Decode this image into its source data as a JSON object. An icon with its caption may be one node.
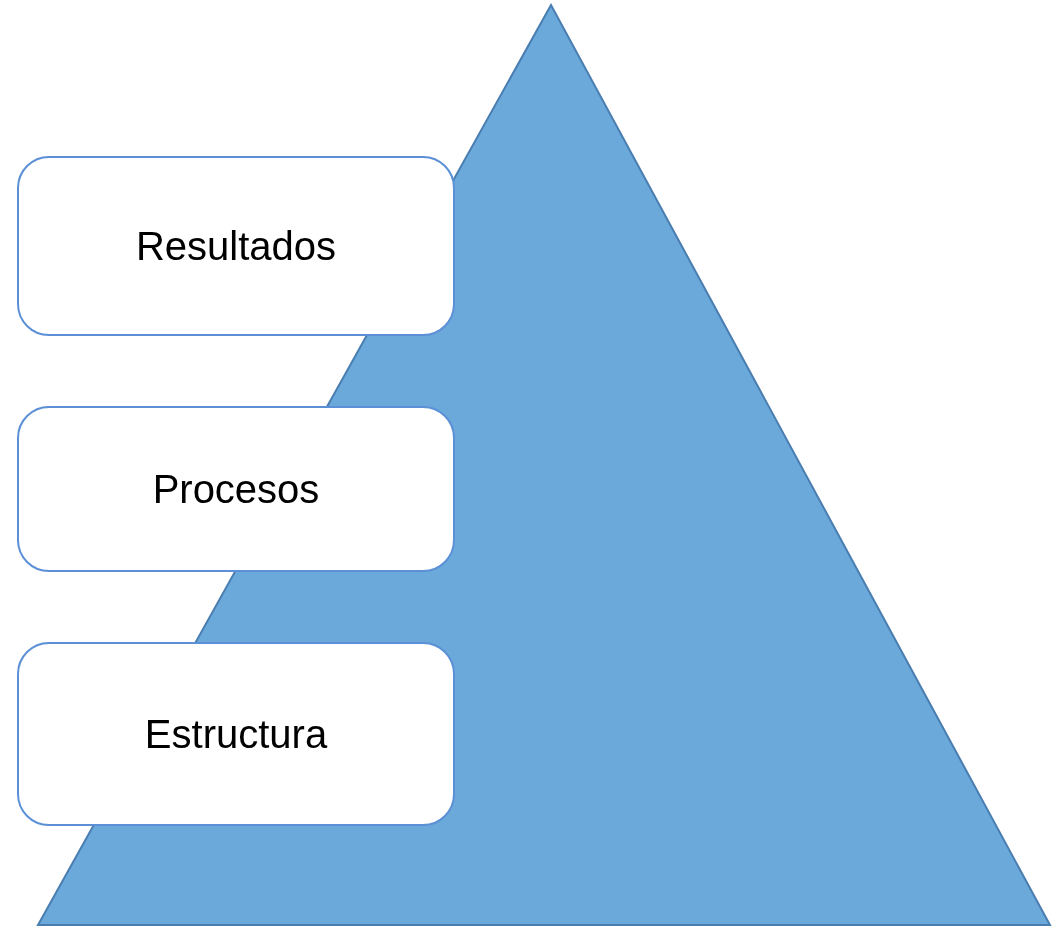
{
  "diagram": {
    "nodes": [
      {
        "text": [
          "Resultados"
        ]
      },
      {
        "text": [
          "Procesos"
        ]
      },
      {
        "text": [
          "Estructura"
        ]
      }
    ]
  }
}
